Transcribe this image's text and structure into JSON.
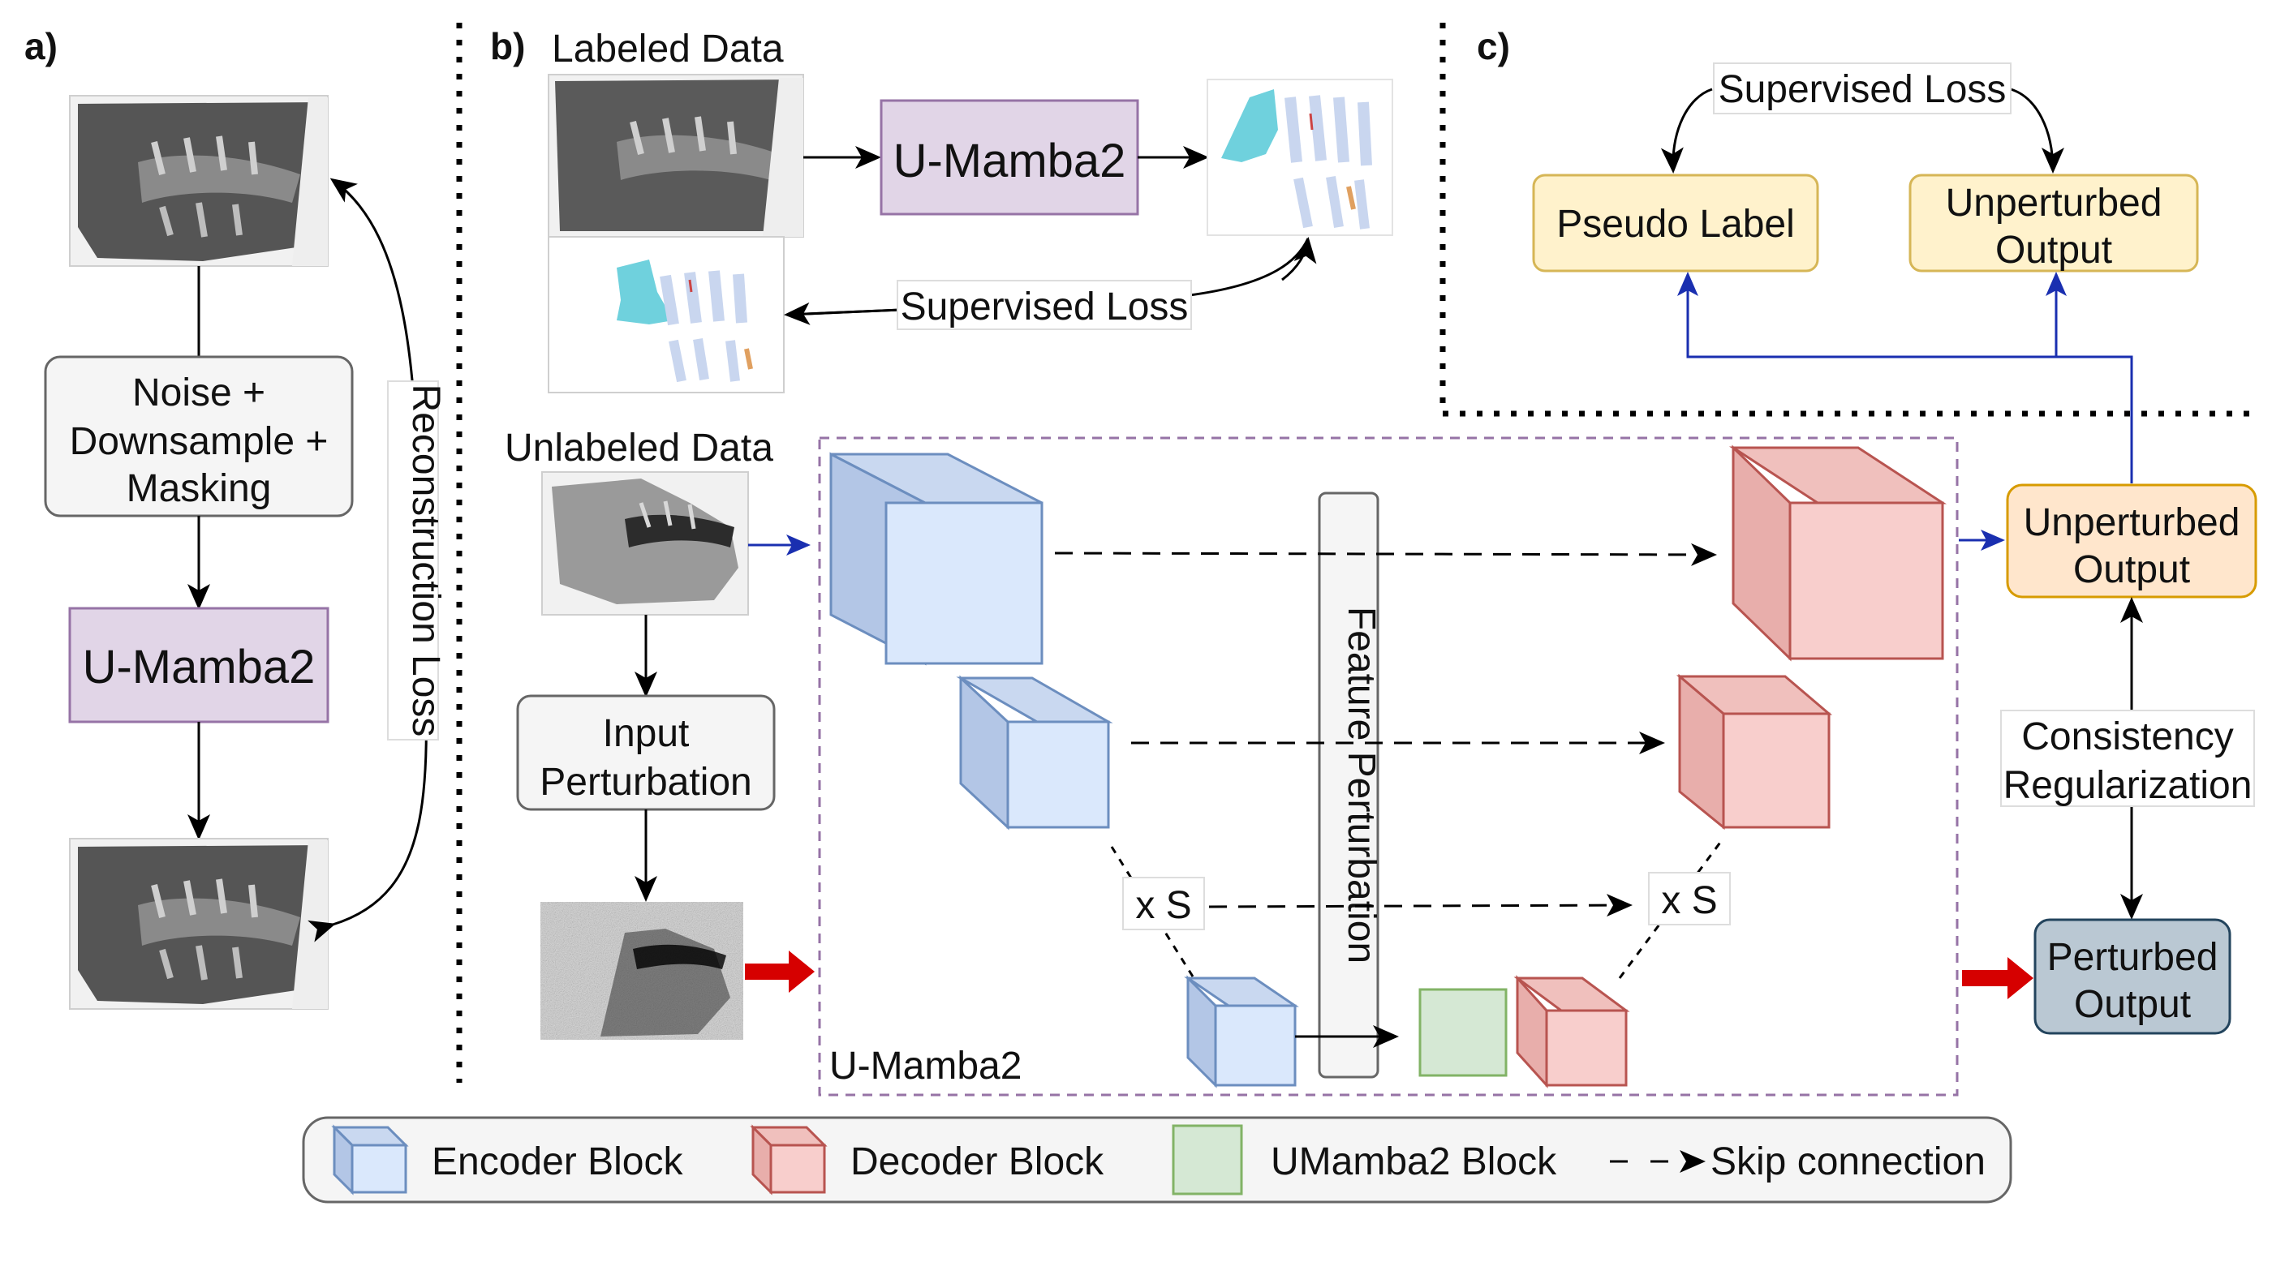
{
  "panels": {
    "a": "a)",
    "b": "b)",
    "c": "c)"
  },
  "panel_a": {
    "noise_line1": "Noise +",
    "noise_line2": "Downsample +",
    "noise_line3": "Masking",
    "model": "U-Mamba2",
    "reconstruction_loss": "Reconstruction Loss"
  },
  "panel_b": {
    "labeled_data": "Labeled Data",
    "model_top": "U-Mamba2",
    "supervised_loss": "Supervised Loss",
    "unlabeled_data": "Unlabeled Data",
    "input_perturbation_line1": "Input",
    "input_perturbation_line2": "Perturbation",
    "feature_perturbation": "Feature Perturbation",
    "repeat_left": "x S",
    "repeat_right": "x S",
    "model_box": "U-Mamba2",
    "unperturbed_line1": "Unperturbed",
    "unperturbed_line2": "Output",
    "consistency_line1": "Consistency",
    "consistency_line2": "Regularization",
    "perturbed_line1": "Perturbed",
    "perturbed_line2": "Output"
  },
  "panel_c": {
    "supervised_loss": "Supervised Loss",
    "pseudo_label": "Pseudo Label",
    "unperturbed_line1": "Unperturbed",
    "unperturbed_line2": "Output"
  },
  "legend": {
    "encoder": "Encoder Block",
    "decoder": "Decoder Block",
    "umamba2": "UMamba2 Block",
    "skip": "Skip connection"
  },
  "colors": {
    "encoder_fill": "#dae8fc",
    "encoder_stroke": "#6c8ebf",
    "decoder_fill": "#f8cecc",
    "decoder_stroke": "#b85450",
    "umamba2_fill": "#d5e8d4",
    "umamba2_stroke": "#82b366",
    "model_fill": "#e1d5e7",
    "model_stroke": "#9673a6",
    "output_fill": "#fff2cc",
    "output_stroke": "#d6b656",
    "perturbed_fill": "#bac8d3",
    "perturbed_stroke": "#23445d",
    "blue_arrow": "#1a2fb0",
    "red_arrow": "#d60000"
  }
}
